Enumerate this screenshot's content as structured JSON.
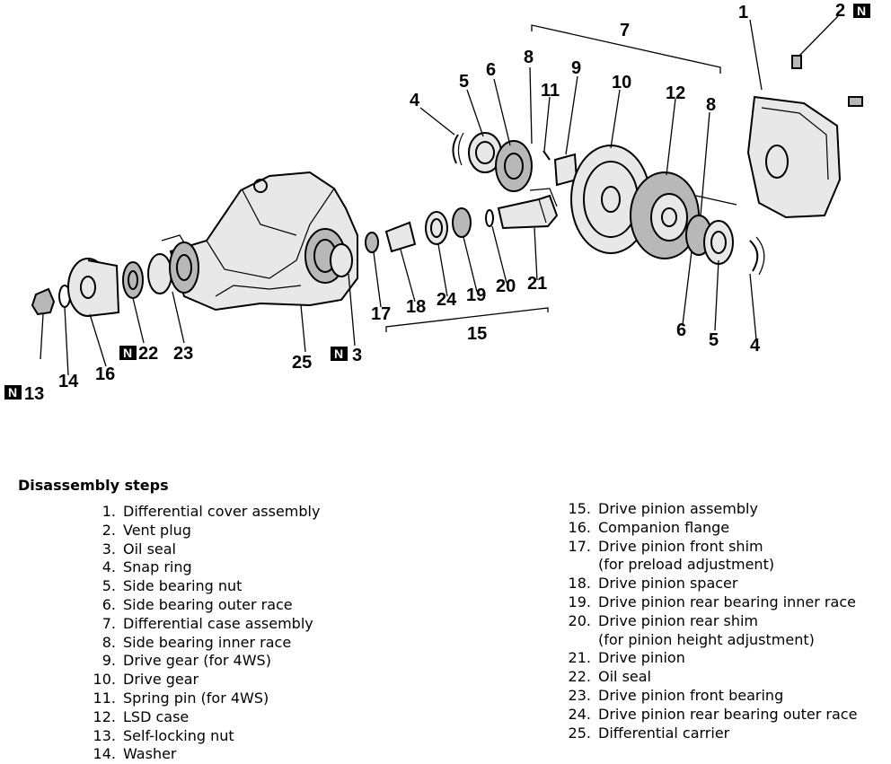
{
  "callouts": {
    "c1": "1",
    "c2": "2",
    "c3": "3",
    "c4a": "4",
    "c4b": "4",
    "c5a": "5",
    "c5b": "5",
    "c6a": "6",
    "c6b": "6",
    "c7": "7",
    "c8a": "8",
    "c8b": "8",
    "c9": "9",
    "c10": "10",
    "c11": "11",
    "c12": "12",
    "c13": "13",
    "c14": "14",
    "c15": "15",
    "c16": "16",
    "c17": "17",
    "c18": "18",
    "c19": "19",
    "c20": "20",
    "c21": "21",
    "c22": "22",
    "c23": "23",
    "c24": "24",
    "c25": "25"
  },
  "badge_label": "N",
  "steps": {
    "title": "Disassembly steps",
    "left": [
      {
        "num": "1.",
        "text": "Differential cover assembly"
      },
      {
        "num": "2.",
        "text": "Vent plug"
      },
      {
        "num": "3.",
        "text": "Oil seal"
      },
      {
        "num": "4.",
        "text": "Snap ring"
      },
      {
        "num": "5.",
        "text": "Side bearing nut"
      },
      {
        "num": "6.",
        "text": "Side bearing outer race"
      },
      {
        "num": "7.",
        "text": "Differential case assembly"
      },
      {
        "num": "8.",
        "text": "Side bearing inner race"
      },
      {
        "num": "9.",
        "text": "Drive gear (for 4WS)"
      },
      {
        "num": "10.",
        "text": "Drive gear"
      },
      {
        "num": "11.",
        "text": "Spring pin (for 4WS)"
      },
      {
        "num": "12.",
        "text": "LSD case"
      },
      {
        "num": "13.",
        "text": "Self-locking nut"
      },
      {
        "num": "14.",
        "text": "Washer"
      }
    ],
    "right": [
      {
        "num": "15.",
        "text": "Drive pinion assembly"
      },
      {
        "num": "16.",
        "text": "Companion flange"
      },
      {
        "num": "17.",
        "text": "Drive pinion front shim"
      },
      {
        "num": "",
        "text": "(for preload adjustment)"
      },
      {
        "num": "18.",
        "text": "Drive pinion spacer"
      },
      {
        "num": "19.",
        "text": "Drive pinion rear bearing inner race"
      },
      {
        "num": "20.",
        "text": "Drive pinion rear shim"
      },
      {
        "num": "",
        "text": "(for pinion height adjustment)"
      },
      {
        "num": "21.",
        "text": "Drive pinion"
      },
      {
        "num": "22.",
        "text": "Oil seal"
      },
      {
        "num": "23.",
        "text": "Drive pinion front bearing"
      },
      {
        "num": "24.",
        "text": "Drive pinion rear bearing outer race"
      },
      {
        "num": "25.",
        "text": "Differential carrier"
      }
    ]
  }
}
